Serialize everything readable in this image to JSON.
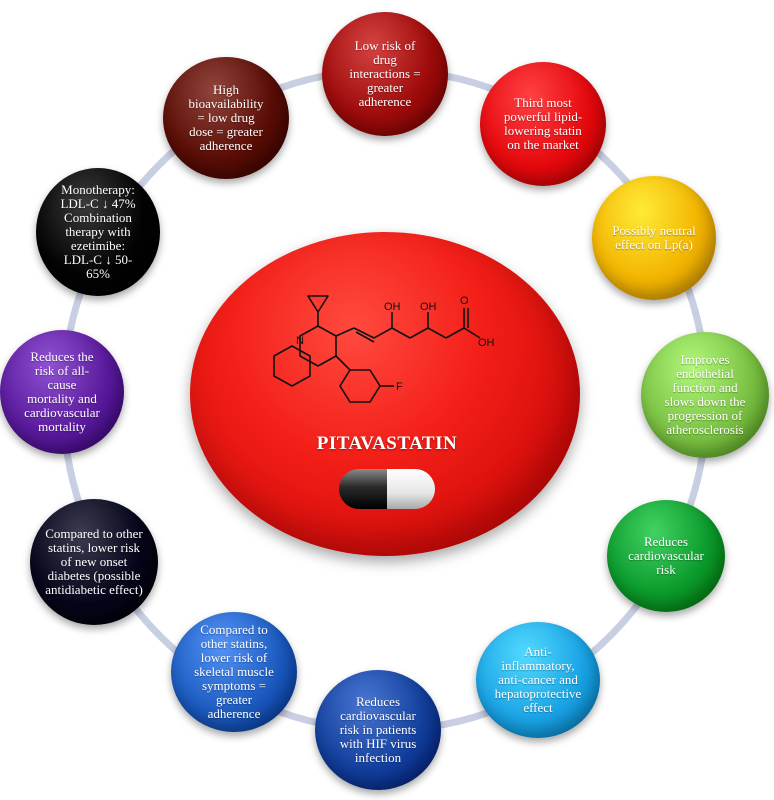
{
  "center": {
    "title": "PITAVASTATIN",
    "molecule_labels": {
      "oh1": "OH",
      "oh2": "OH",
      "oh3": "OH",
      "o": "O",
      "n": "N",
      "f": "F"
    }
  },
  "benefits": [
    {
      "lines": [
        "Low risk of",
        "drug",
        "interactions =",
        "greater",
        "adherence"
      ],
      "color": "#9e0b0b"
    },
    {
      "lines": [
        "Third most",
        "powerful lipid-",
        "lowering statin",
        "on the market"
      ],
      "color": "#e5090d"
    },
    {
      "lines": [
        "Possibly neutral",
        "effect on Lp(a)"
      ],
      "color": "#f2b400"
    },
    {
      "lines": [
        "Improves",
        "endothelial",
        "function and",
        "slows down the",
        "progression of",
        "atherosclerosis"
      ],
      "color": "#7ac143"
    },
    {
      "lines": [
        "Reduces",
        "cardiovascular",
        "risk"
      ],
      "color": "#0b9b2c"
    },
    {
      "lines": [
        "Anti-",
        "inflammatory,",
        "anti-cancer and",
        "hepatoprotective",
        "effect"
      ],
      "color": "#1aa3e5"
    },
    {
      "lines": [
        "Reduces",
        "cardiovascular",
        "risk in patients",
        "with HIF virus",
        "infection"
      ],
      "color": "#123f9c"
    },
    {
      "lines": [
        "Compared to",
        "other statins,",
        "lower risk of",
        "skeletal muscle",
        "symptoms =",
        "greater",
        "adherence"
      ],
      "color": "#1c5bbf"
    },
    {
      "lines": [
        "Compared to other",
        "statins, lower risk",
        "of new onset",
        "diabetes (possible",
        "antidiabetic effect)"
      ],
      "color": "#05051a"
    },
    {
      "lines": [
        "Reduces the",
        "risk of all-",
        "cause",
        "mortality and",
        "cardiovascular",
        "mortality"
      ],
      "color": "#5a1a9c"
    },
    {
      "lines": [
        "Monotherapy:",
        "LDL-C ↓ 47%",
        "Combination",
        "therapy with",
        "ezetimibe:",
        "LDL-C ↓ 50-",
        "65%"
      ],
      "color": "#030303"
    },
    {
      "lines": [
        "High",
        "bioavailability",
        "= low drug",
        "dose = greater",
        "adherence"
      ],
      "color": "#5a0d05"
    }
  ]
}
